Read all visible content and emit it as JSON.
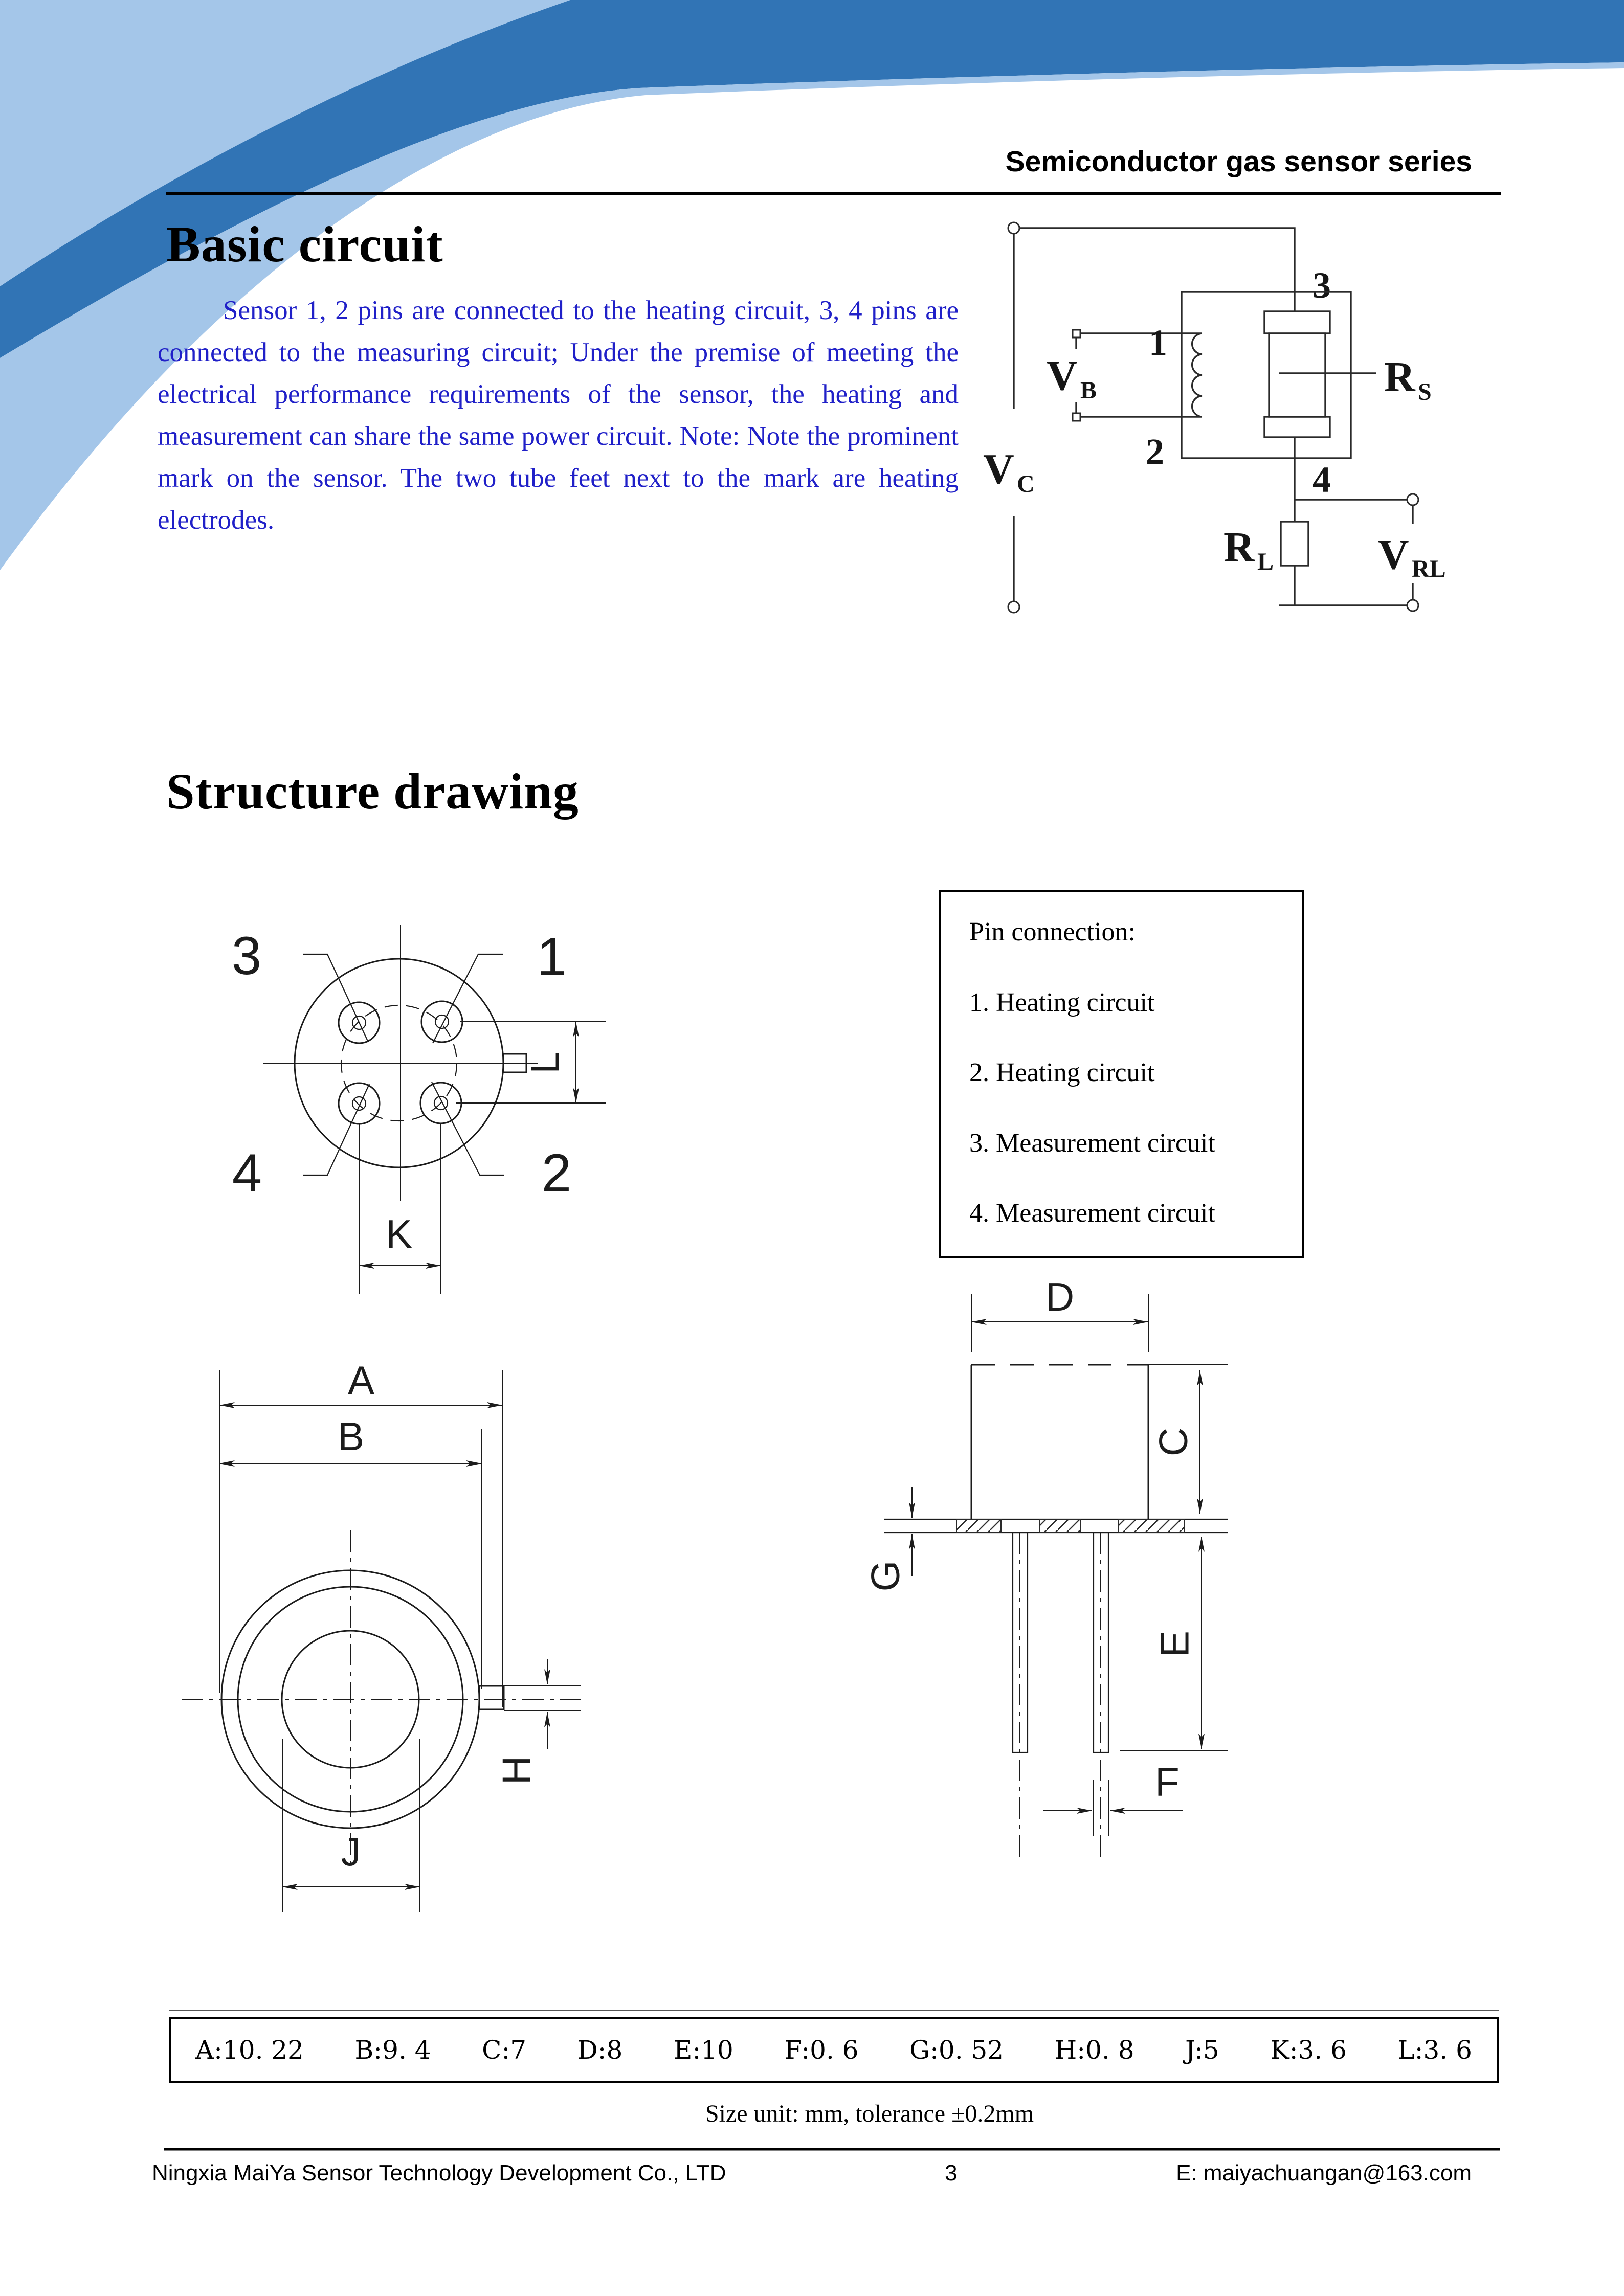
{
  "colors": {
    "dark_blue": "#3174B5",
    "light_blue": "#A4C6E9",
    "paragraph_blue": "#2020C8",
    "line_black": "#000000"
  },
  "header": {
    "series_title": "Semiconductor gas sensor series"
  },
  "basic_circuit": {
    "title": "Basic circuit",
    "paragraph": "Sensor 1, 2 pins are connected to the heating circuit, 3, 4 pins are connected to the measuring circuit; Under the premise of meeting the electrical performance requirements of the sensor, the heating and measurement can share the same power circuit. Note: Note the prominent mark on the sensor. The two tube feet next to the mark are heating electrodes.",
    "labels": {
      "v": "V",
      "r": "R",
      "b_sub": "B",
      "c_sub": "C",
      "s_sub": "S",
      "l_sub": "L",
      "rl_sub": "RL",
      "p1": "1",
      "p2": "2",
      "p3": "3",
      "p4": "4"
    }
  },
  "structure": {
    "title": "Structure drawing",
    "pin_connection": {
      "heading": "Pin connection:",
      "items": [
        "1. Heating circuit",
        "2. Heating circuit",
        "3. Measurement circuit",
        "4. Measurement circuit"
      ]
    },
    "labels": {
      "p1": "1",
      "p2": "2",
      "p3": "3",
      "p4": "4",
      "A": "A",
      "B": "B",
      "C": "C",
      "D": "D",
      "E": "E",
      "F": "F",
      "G": "G",
      "H": "H",
      "J": "J",
      "K": "K",
      "L": "L"
    }
  },
  "table": {
    "cells": [
      "A:10. 22",
      "B:9. 4",
      "C:7",
      "D:8",
      "E:10",
      "F:0. 6",
      "G:0. 52",
      "H:0. 8",
      "J:5",
      "K:3. 6",
      "L:3. 6"
    ]
  },
  "size_note": "Size unit: mm, tolerance ±0.2mm",
  "footer": {
    "company": "Ningxia MaiYa Sensor Technology Development Co., LTD",
    "page_number": "3",
    "email": "E: maiyachuangan@163.com"
  }
}
